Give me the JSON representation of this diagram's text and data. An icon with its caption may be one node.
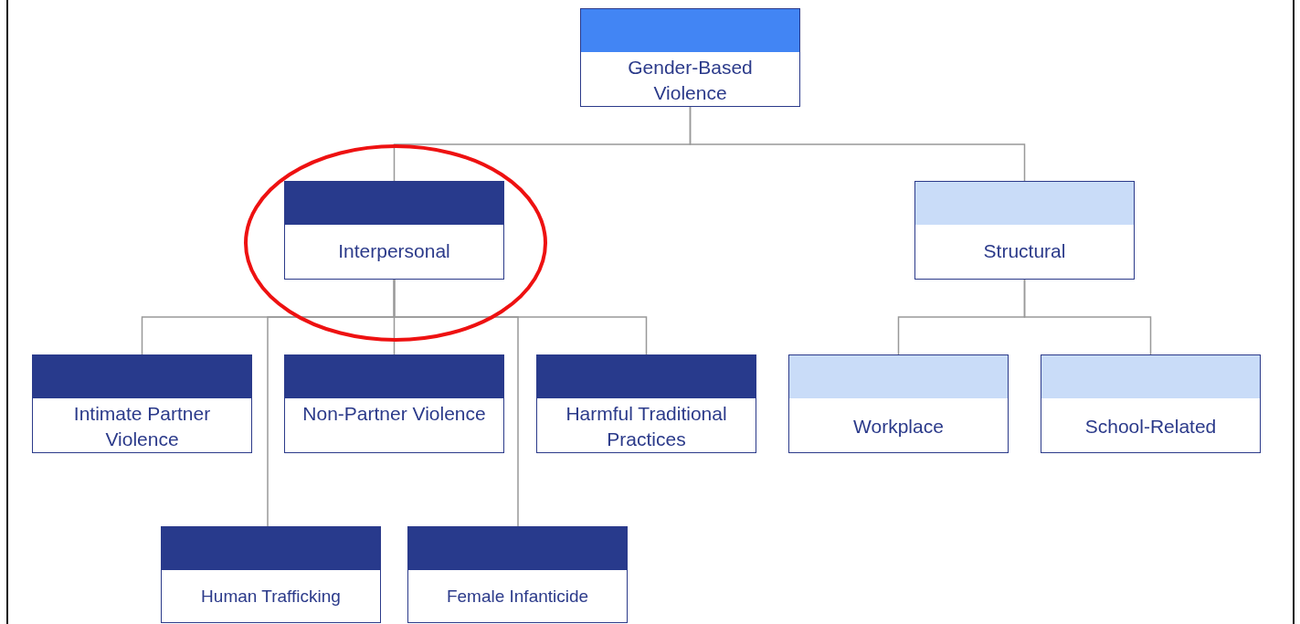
{
  "diagram": {
    "nodes": [
      {
        "text": [
          "Gender-Based Violence"
        ]
      },
      {
        "text": [
          "Interpersonal"
        ]
      },
      {
        "text": [
          "Structural"
        ]
      },
      {
        "text": [
          "Intimate Partner Violence"
        ]
      },
      {
        "text": [
          "Non-Partner Violence"
        ]
      },
      {
        "text": [
          "Harmful Traditional Practices"
        ]
      },
      {
        "text": [
          "Workplace"
        ]
      },
      {
        "text": [
          "School-Related"
        ]
      },
      {
        "text": [
          "Human Trafficking"
        ]
      },
      {
        "text": [
          "Female Infanticide"
        ]
      }
    ],
    "edges": [
      {
        "from": 0,
        "to": 1,
        "arrow": "none"
      },
      {
        "from": 0,
        "to": 2,
        "arrow": "none"
      },
      {
        "from": 1,
        "to": 3,
        "arrow": "none"
      },
      {
        "from": 1,
        "to": 4,
        "arrow": "none"
      },
      {
        "from": 1,
        "to": 5,
        "arrow": "none"
      },
      {
        "from": 1,
        "to": 8,
        "arrow": "none"
      },
      {
        "from": 1,
        "to": 9,
        "arrow": "none"
      },
      {
        "from": 2,
        "to": 6,
        "arrow": "none"
      },
      {
        "from": 2,
        "to": 7,
        "arrow": "none"
      }
    ]
  }
}
